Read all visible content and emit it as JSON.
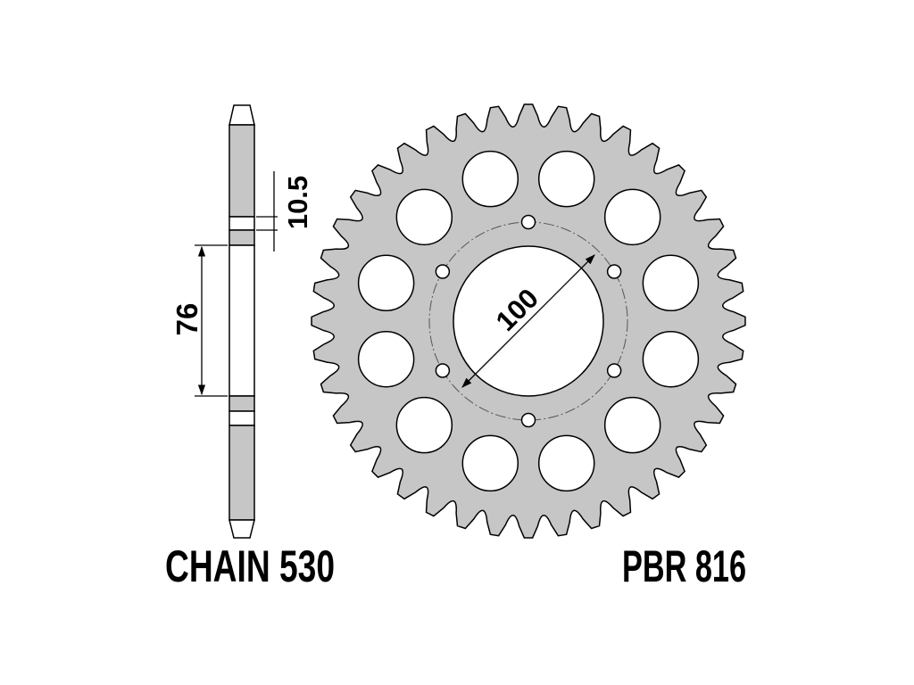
{
  "dimensions": {
    "offset": "10.5",
    "hub_width": "76",
    "bore": "100"
  },
  "labels": {
    "chain": "CHAIN 530",
    "part_number": "PBR 816"
  },
  "colors": {
    "part_fill": "#c6c6c6",
    "hole_fill": "#ffffff",
    "line": "#000000",
    "center_line": "#555555"
  }
}
